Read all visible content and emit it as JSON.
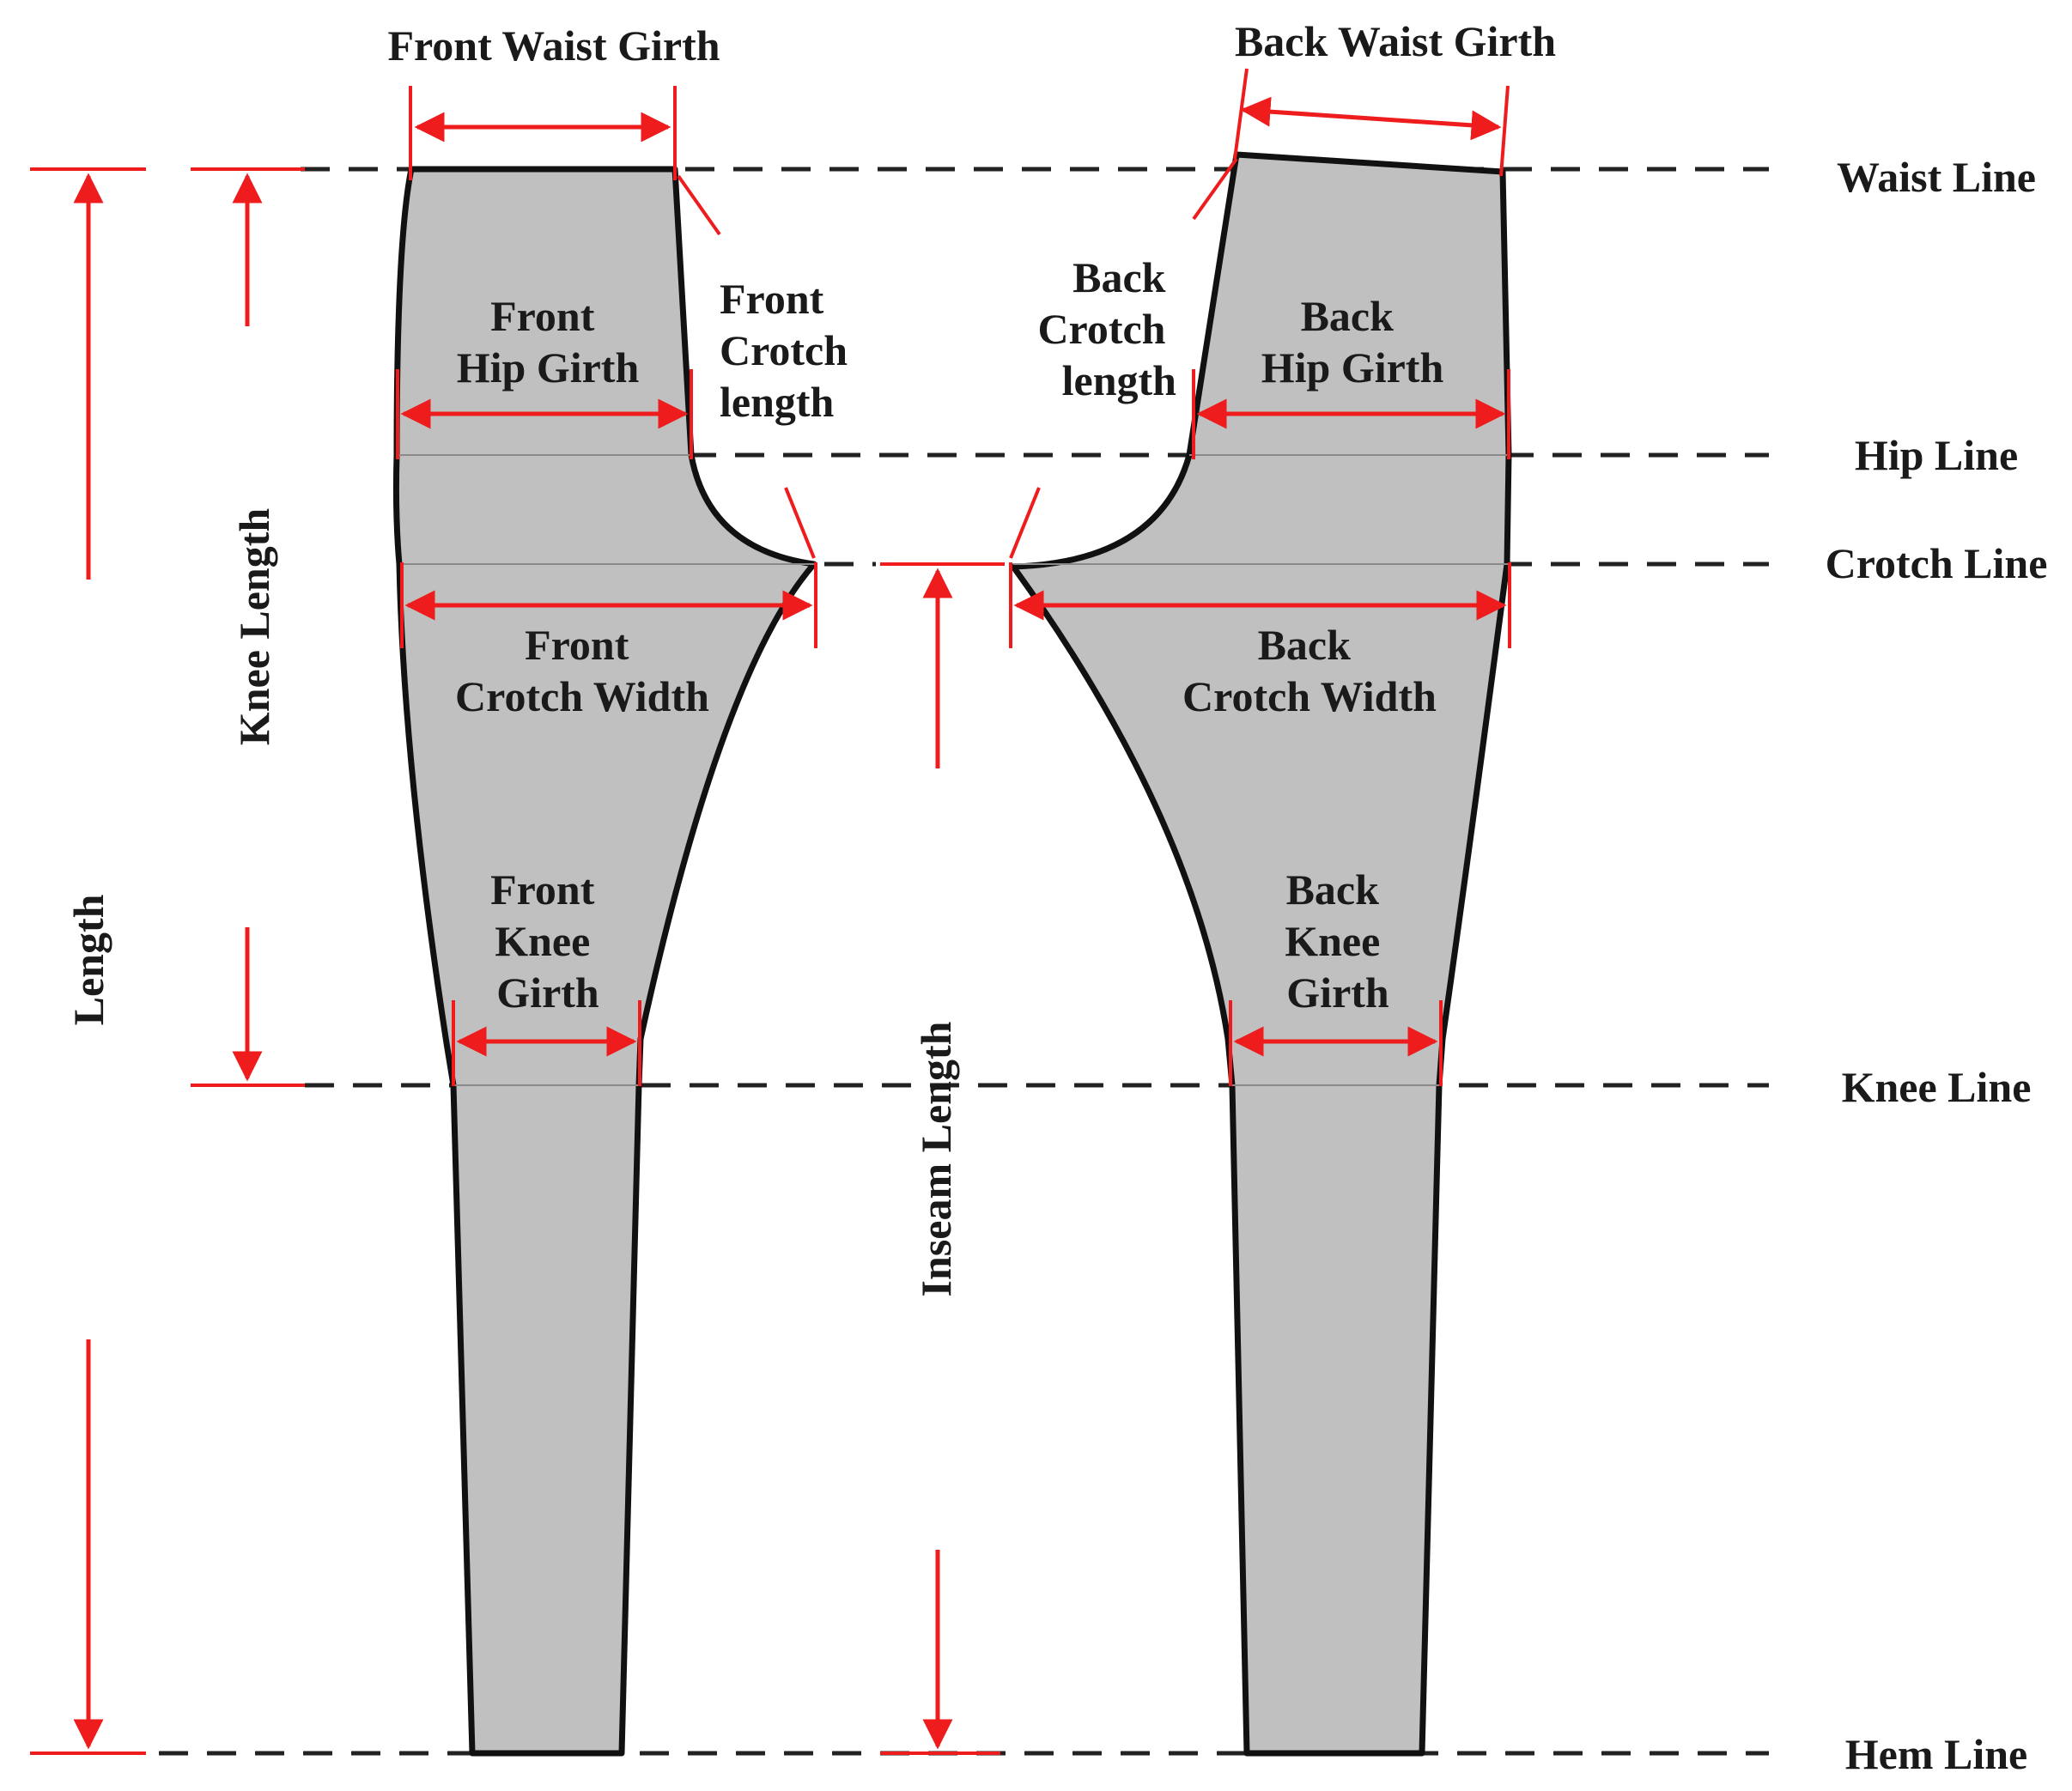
{
  "lines": {
    "waist": "Waist Line",
    "hip": "Hip Line",
    "crotch": "Crotch Line",
    "knee": "Knee Line",
    "hem": "Hem Line"
  },
  "front": {
    "waist_girth": "Front Waist Girth",
    "hip_girth": [
      "Front",
      "Hip Girth"
    ],
    "crotch_length": [
      "Front",
      "Crotch",
      "length"
    ],
    "crotch_width": [
      "Front",
      "Crotch Width"
    ],
    "knee_girth": [
      "Front",
      "Knee",
      "Girth"
    ]
  },
  "back": {
    "waist_girth": "Back Waist Girth",
    "hip_girth": [
      "Back",
      "Hip Girth"
    ],
    "crotch_length": [
      "Back",
      "Crotch",
      "length"
    ],
    "crotch_width": [
      "Back",
      "Crotch Width"
    ],
    "knee_girth": [
      "Back",
      "Knee",
      "Girth"
    ]
  },
  "vertical": {
    "length": "Length",
    "knee_length": "Knee Length",
    "inseam_length": "Inseam Length"
  },
  "colors": {
    "measure": "#ee1c1c",
    "panel_fill": "#c0c0c0",
    "outline": "#111111"
  }
}
